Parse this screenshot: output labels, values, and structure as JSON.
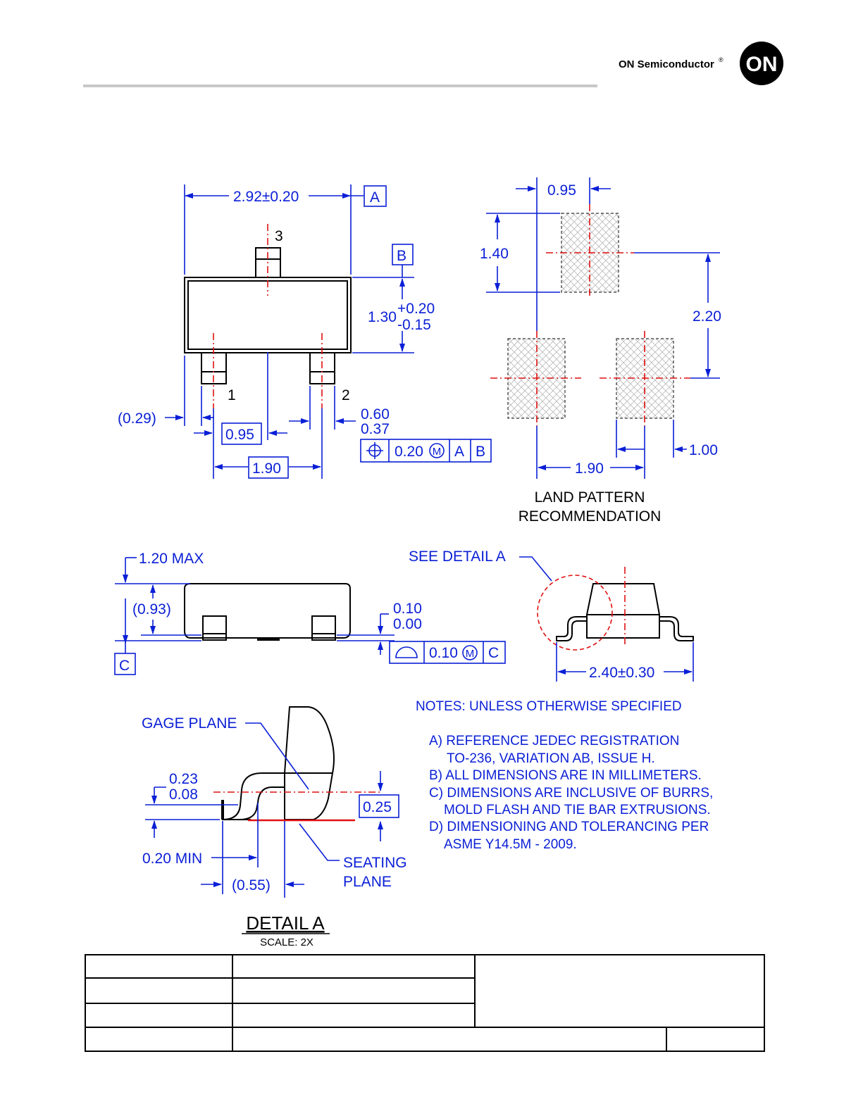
{
  "header": {
    "brand": "ON Semiconductor",
    "registered_mark": "®",
    "logo_text": "ON"
  },
  "colors": {
    "dimension": "#0a1fd6",
    "centerline": "#e01010",
    "outline": "#000000",
    "header_rule": "#c8c8c8"
  },
  "top_view": {
    "width_dim": "2.92±0.20",
    "datum_a": "A",
    "datum_b": "B",
    "pin_3": "3",
    "pin_1": "1",
    "pin_2": "2",
    "height_dim_base": "1.30",
    "height_tol_plus": "+0.20",
    "height_tol_minus": "-0.15",
    "lead_offset": "(0.29)",
    "pitch_basic": "0.95",
    "span_basic": "1.90",
    "lead_width_max": "0.60",
    "lead_width_min": "0.37",
    "fcf_symbol": "position-icon",
    "fcf_tol": "0.20",
    "fcf_mod": "M",
    "fcf_ref1": "A",
    "fcf_ref2": "B"
  },
  "land_pattern": {
    "pitch": "0.95",
    "pad_length": "1.40",
    "row_spacing": "2.20",
    "pad_width": "1.00",
    "span": "1.90",
    "title_line1": "LAND PATTERN",
    "title_line2": "RECOMMENDATION"
  },
  "side_view": {
    "max_height": "1.20 MAX",
    "body_height": "(0.93)",
    "datum_c": "C",
    "standoff_max": "0.10",
    "standoff_min": "0.00",
    "fcf_symbol": "surface-profile-icon",
    "fcf_tol": "0.10",
    "fcf_mod": "M",
    "fcf_ref": "C"
  },
  "end_view": {
    "see_detail": "SEE DETAIL A",
    "overall_width": "2.40±0.30"
  },
  "detail_a": {
    "gage_plane": "GAGE PLANE",
    "thickness_max": "0.23",
    "thickness_min": "0.08",
    "gage_height": "0.25",
    "foot_min": "0.20 MIN",
    "foot_ref": "(0.55)",
    "seating_plane_1": "SEATING",
    "seating_plane_2": "PLANE",
    "title": "DETAIL A",
    "scale": "SCALE: 2X"
  },
  "notes": {
    "heading": "NOTES: UNLESS OTHERWISE SPECIFIED",
    "lines": [
      "A)  REFERENCE JEDEC REGISTRATION",
      "TO-236, VARIATION AB, ISSUE H.",
      "B)  ALL DIMENSIONS ARE IN MILLIMETERS.",
      "C)  DIMENSIONS ARE INCLUSIVE OF BURRS,",
      "MOLD FLASH AND TIE BAR EXTRUSIONS.",
      "D)  DIMENSIONING AND TOLERANCING PER",
      "ASME Y14.5M - 2009."
    ]
  }
}
